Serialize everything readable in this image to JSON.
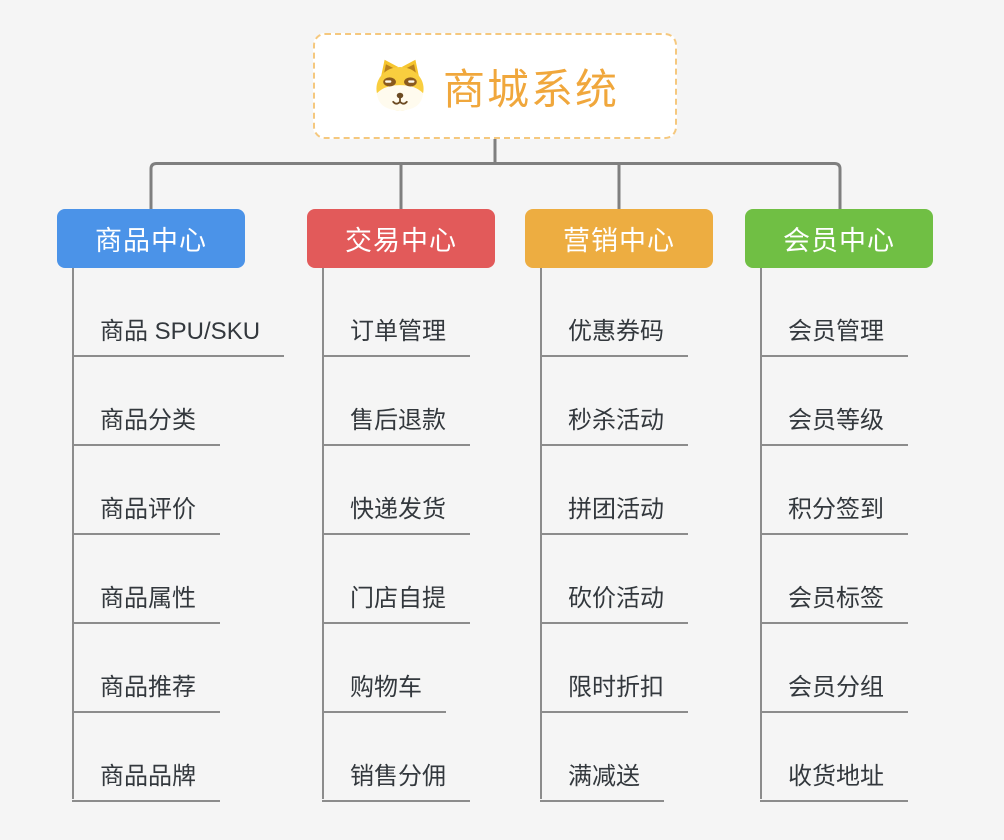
{
  "root": {
    "title": "商城系统",
    "icon": "dog-face-icon"
  },
  "branches": [
    {
      "label": "商品中心",
      "color": "#4B93E8",
      "items": [
        "商品 SPU/SKU",
        "商品分类",
        "商品评价",
        "商品属性",
        "商品推荐",
        "商品品牌"
      ]
    },
    {
      "label": "交易中心",
      "color": "#E25A5A",
      "items": [
        "订单管理",
        "售后退款",
        "快递发货",
        "门店自提",
        "购物车",
        "销售分佣"
      ]
    },
    {
      "label": "营销中心",
      "color": "#EDAD41",
      "items": [
        "优惠券码",
        "秒杀活动",
        "拼团活动",
        "砍价活动",
        "限时折扣",
        "满减送"
      ]
    },
    {
      "label": "会员中心",
      "color": "#70BF44",
      "items": [
        "会员管理",
        "会员等级",
        "积分签到",
        "会员标签",
        "会员分组",
        "收货地址"
      ]
    }
  ],
  "colors": {
    "background": "#F5F5F5",
    "connector": "#7F7F7F",
    "item_line": "#8C8C8C",
    "item_text": "#33383D",
    "root_text": "#F0A73C",
    "root_border": "#F5C87E",
    "root_background": "#FFFFFF"
  }
}
